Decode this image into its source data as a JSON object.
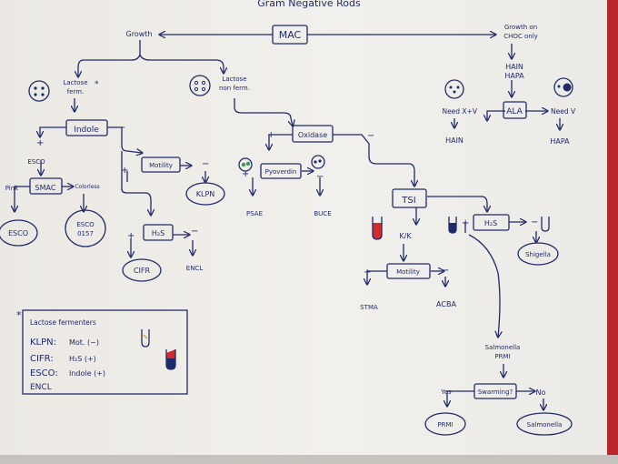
{
  "title": "Gram Negative Rods",
  "nodes": {
    "mac": "MAC",
    "growth": "Growth",
    "growth_choc": [
      "Growth on",
      "CHOC only"
    ],
    "hain_hapa": [
      "HAIN",
      "HAPA"
    ],
    "lactose_ferm": [
      "Lactose",
      "ferm."
    ],
    "asterisk": "*",
    "lactose_nonferm": [
      "Lactose",
      "non ferm."
    ],
    "indole": "Indole",
    "oxidase": "Oxidase",
    "ala": "ALA",
    "need_xv": "Need X+V",
    "need_v": "Need V",
    "hain": "HAIN",
    "hapa": "HAPA",
    "esco_label": "ESCO",
    "motility": "Motility",
    "pyoverdin": "Pyoverdin",
    "pink": "Pink",
    "smac": "SMAC",
    "colorless": "Colorless",
    "klpn": "KLPN",
    "psae": "PSAE",
    "buce": "BUCE",
    "tsi": "TSI",
    "h2s": "H₂S",
    "esco": "ESCO",
    "esco_0157": [
      "ESCO",
      "0157"
    ],
    "kk": "K/K",
    "shigella": "Shigella",
    "cifr": "CIFR",
    "encl": "ENCL",
    "motility2": "Motility",
    "stma": "STMA",
    "acba": "ACBA",
    "salm_prmi": [
      "Salmonella",
      "PRMI"
    ],
    "swarming": "Swarming?",
    "yes": "Yes",
    "no": "No",
    "prmi": "PRMI",
    "salmonella": "Salmonella"
  },
  "signs": {
    "plus": "+",
    "minus": "−"
  },
  "legend": {
    "marker": "*",
    "title": "Lactose fermenters",
    "rows": [
      {
        "org": "KLPN:",
        "test": "Mot. (−)"
      },
      {
        "org": "CIFR:",
        "test": "H₂S (+)"
      },
      {
        "org": "ESCO:",
        "test": "Indole (+)"
      },
      {
        "org": "ENCL",
        "test": ""
      }
    ]
  },
  "colors": {
    "ink": "#1f2a6b",
    "red": "#d42a2a",
    "paper": "#f0eee9",
    "tape": "#b9262b"
  }
}
